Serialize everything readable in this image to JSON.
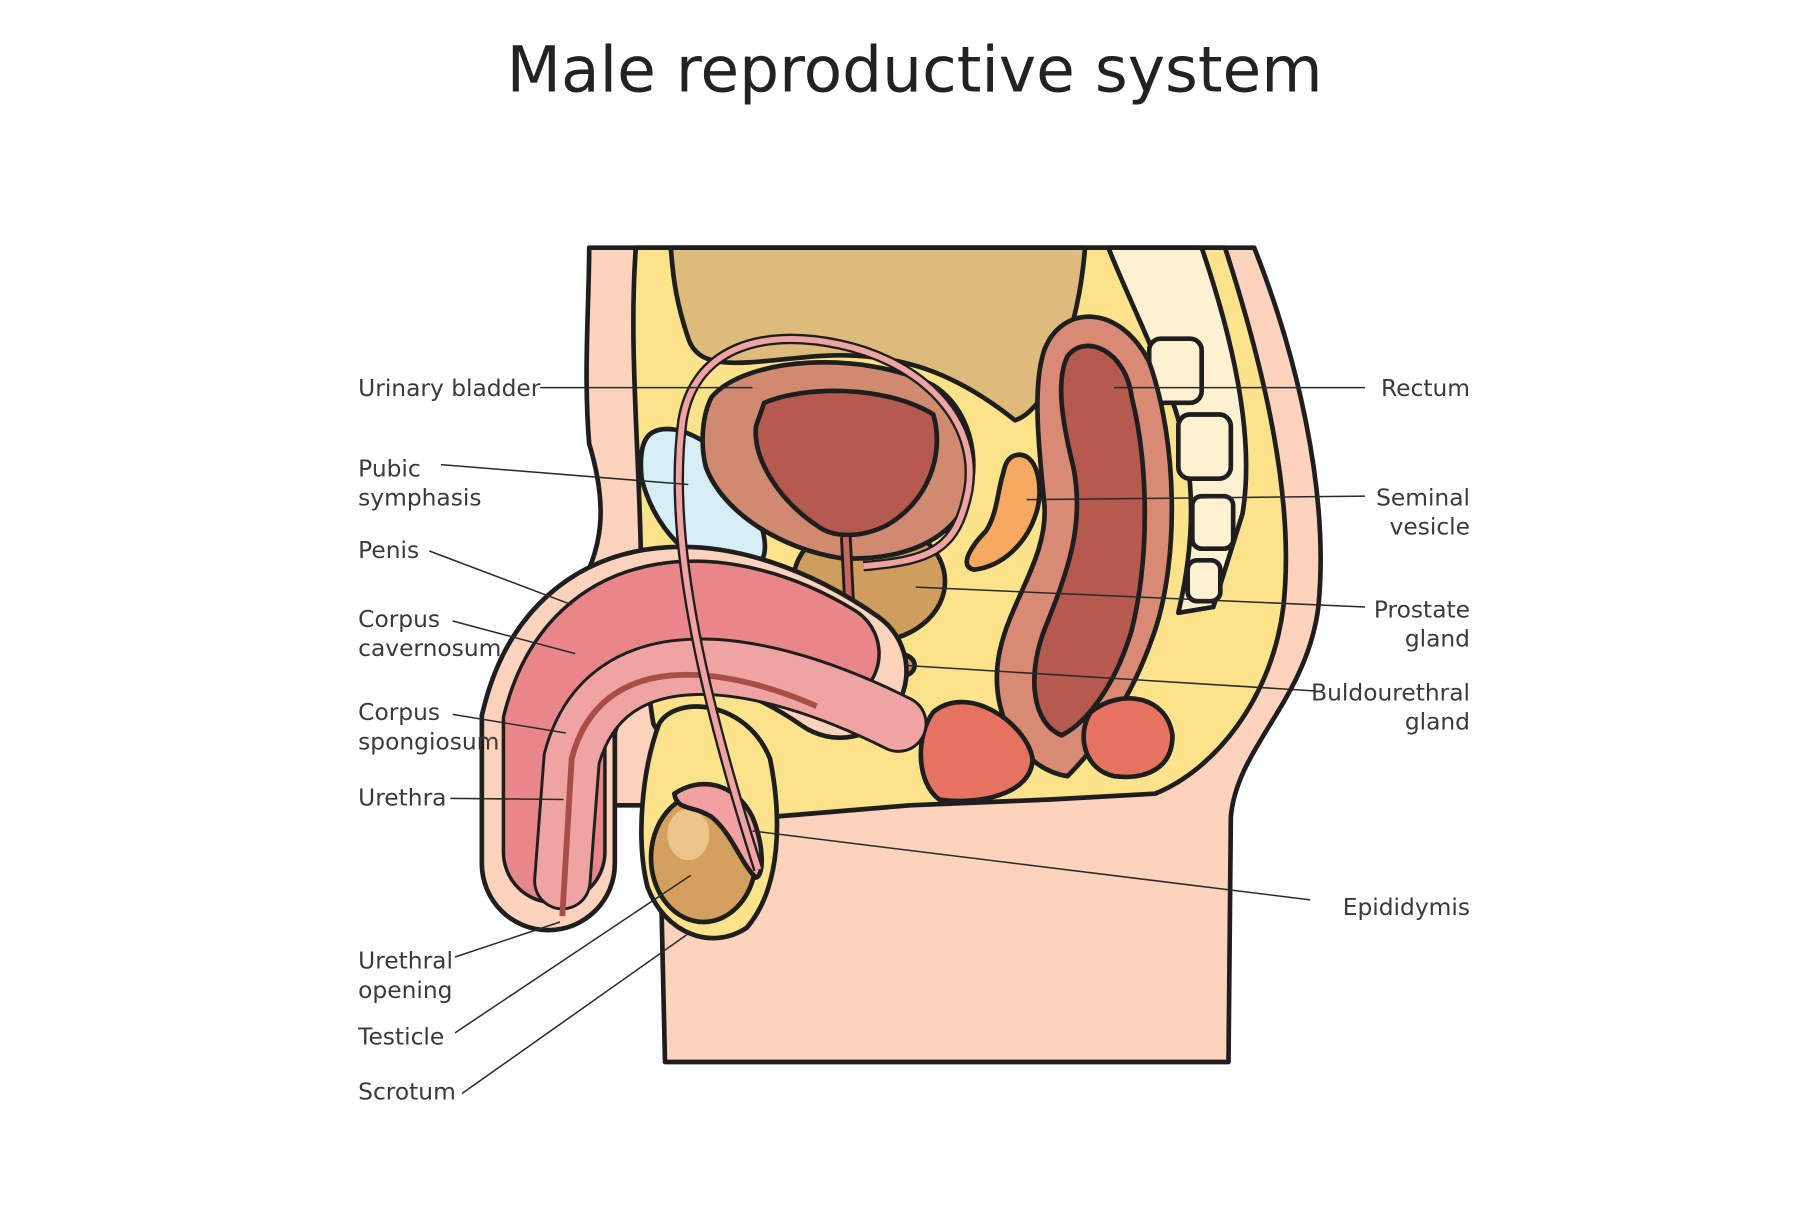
{
  "title": "Male reproductive system",
  "labels_left": {
    "urinary_bladder": "Urinary bladder",
    "pubic_symphasis_1": "Pubic",
    "pubic_symphasis_2": "symphasis",
    "penis": "Penis",
    "corpus_cavernosum_1": "Corpus",
    "corpus_cavernosum_2": "cavernosum",
    "corpus_spongiosum_1": "Corpus",
    "corpus_spongiosum_2": "spongiosum",
    "urethra": "Urethra",
    "urethral_opening_1": "Urethral",
    "urethral_opening_2": "opening",
    "testicle": "Testicle",
    "scrotum": "Scrotum"
  },
  "labels_right": {
    "rectum": "Rectum",
    "seminal_vesicle_1": "Seminal",
    "seminal_vesicle_2": "vesicle",
    "prostate_gland_1": "Prostate",
    "prostate_gland_2": "gland",
    "bulbourethral_gland_1": "Buldourethral",
    "bulbourethral_gland_2": "gland",
    "epididymis": "Epididymis"
  },
  "colors": {
    "skin": "#fdd3bd",
    "fat": "#fbe38c",
    "bladder": "#cf8a70",
    "bladder_inner": "#b55a4f",
    "pubic": "#d6eef3",
    "prostate": "#cf9e5e",
    "seminal": "#f5a860",
    "rectum": "#d88a74",
    "penis": "#e9868a",
    "spongy": "#f0a3a3",
    "testicle": "#d4a060",
    "muscle": "#e5735f",
    "intestine": "#dcbb7c",
    "bone": "#fdf1d2"
  }
}
